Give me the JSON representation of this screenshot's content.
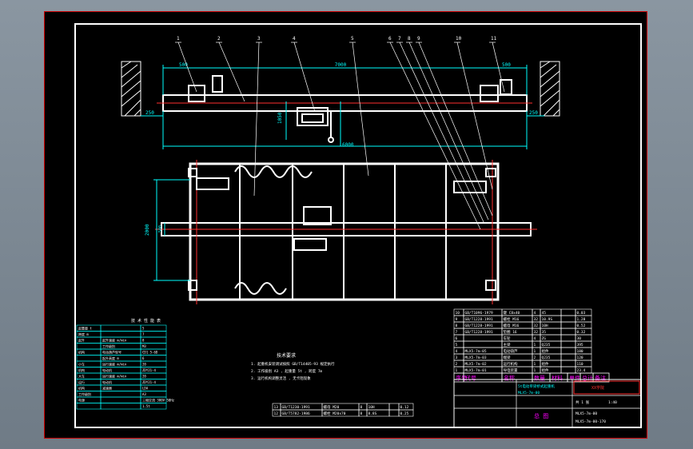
{
  "colors": {
    "background": "#000000",
    "border": "#ffffff",
    "frame": "#cc0000",
    "dimension": "#00ffff",
    "part": "#ffffff",
    "centerline": "#ff3030",
    "leader": "#ffff00",
    "table_green": "#00ff00",
    "table_magenta": "#ff00ff",
    "table_yellow": "#ffff00"
  },
  "balloons": [
    "1",
    "2",
    "3",
    "4",
    "5",
    "6",
    "7",
    "8",
    "9",
    "10",
    "11"
  ],
  "dimensions": {
    "span": "7000",
    "left_end": "500",
    "right_end": "500",
    "left_small": "250",
    "right_small": "250",
    "hook_height": "6000",
    "trolley_height": "1050",
    "plan_width": "2000",
    "plan_inner": "500"
  },
  "tech_note": {
    "title": "技术要求",
    "lines": [
      "1.  起重机安装调试按照 GB/T14405-93 规定执行",
      "2.  工作级别 A3 , 起重量 5t , 跨度 7m",
      "3.  运行机构调整灵活 , 无卡阻现象"
    ]
  },
  "param_table": {
    "title": "技 术 性 能 表",
    "rows": [
      [
        "起重量 t",
        "",
        "5"
      ],
      [
        "跨度 m",
        "",
        "7"
      ],
      [
        "起升",
        "起升速度 m/min",
        "8"
      ],
      [
        "",
        "工作级别",
        "M3"
      ],
      [
        "机构",
        "电动葫芦型号",
        "CD1 5-6D"
      ],
      [
        "",
        "起升高度 m",
        "6"
      ],
      [
        "小车",
        "运行速度 m/min",
        "20"
      ],
      [
        "机构",
        "电动机",
        "ZDY21-4"
      ],
      [
        "大车",
        "运行速度 m/min",
        "20"
      ],
      [
        "运行",
        "电动机",
        "ZDY21-4"
      ],
      [
        "机构",
        "减速器",
        "LDA"
      ],
      [
        "工作级别",
        "",
        "A3"
      ],
      [
        "电源",
        "",
        "三相交流 380V 50Hz"
      ],
      [
        "",
        "",
        "1.5t"
      ]
    ]
  },
  "parts_table": {
    "rows": [
      [
        "10",
        "GB/T1096-1979",
        "键 C8x40",
        "4",
        "45",
        "",
        "0.03"
      ],
      [
        "9",
        "GB/T1228-1991",
        "螺栓 M16",
        "32",
        "10.9S",
        "",
        "1.28"
      ],
      [
        "8",
        "GB/T1228-1991",
        "螺母 M16",
        "32",
        "10H",
        "",
        "0.52"
      ],
      [
        "7",
        "GB/T1228-1991",
        "垫圈 16",
        "32",
        "35",
        "",
        "0.32"
      ],
      [
        "6",
        "",
        "车轮",
        "4",
        "ZG",
        "",
        "30"
      ],
      [
        "5",
        "",
        "主梁",
        "1",
        "Q235",
        "",
        "395"
      ],
      [
        "4",
        "MLX5-7m-05",
        "电动葫芦",
        "1",
        "组件",
        "",
        "180"
      ],
      [
        "3",
        "MLX5-7m-03",
        "端梁",
        "2",
        "Q235",
        "",
        "120"
      ],
      [
        "2",
        "MLX5-7m-02",
        "运行机构",
        "1",
        "组件",
        "",
        "110"
      ],
      [
        "1",
        "MLX5-7m-01",
        "导电装置",
        "1",
        "组件",
        "",
        "23.4"
      ]
    ],
    "header": [
      "序号",
      "代号",
      "名称",
      "数量",
      "材料",
      "单件",
      "总计",
      "备注"
    ]
  },
  "bottom_table": {
    "rows": [
      [
        "13",
        "GB/T1230-1991",
        "螺母 M20",
        "8",
        "10H",
        "",
        "0.12"
      ],
      [
        "12",
        "GB/T5782-1986",
        "螺栓 M20x70",
        "8",
        "8.8S",
        "",
        "0.25"
      ]
    ]
  },
  "title_block": {
    "title": "5t电动单梁桥式起重机",
    "code": "MLX5-7m-00",
    "school": "XX学院",
    "name": "总 图",
    "scale": "1:40",
    "sheet": "共 1 张",
    "drawing_no": "MLX5-7m-00-170"
  }
}
